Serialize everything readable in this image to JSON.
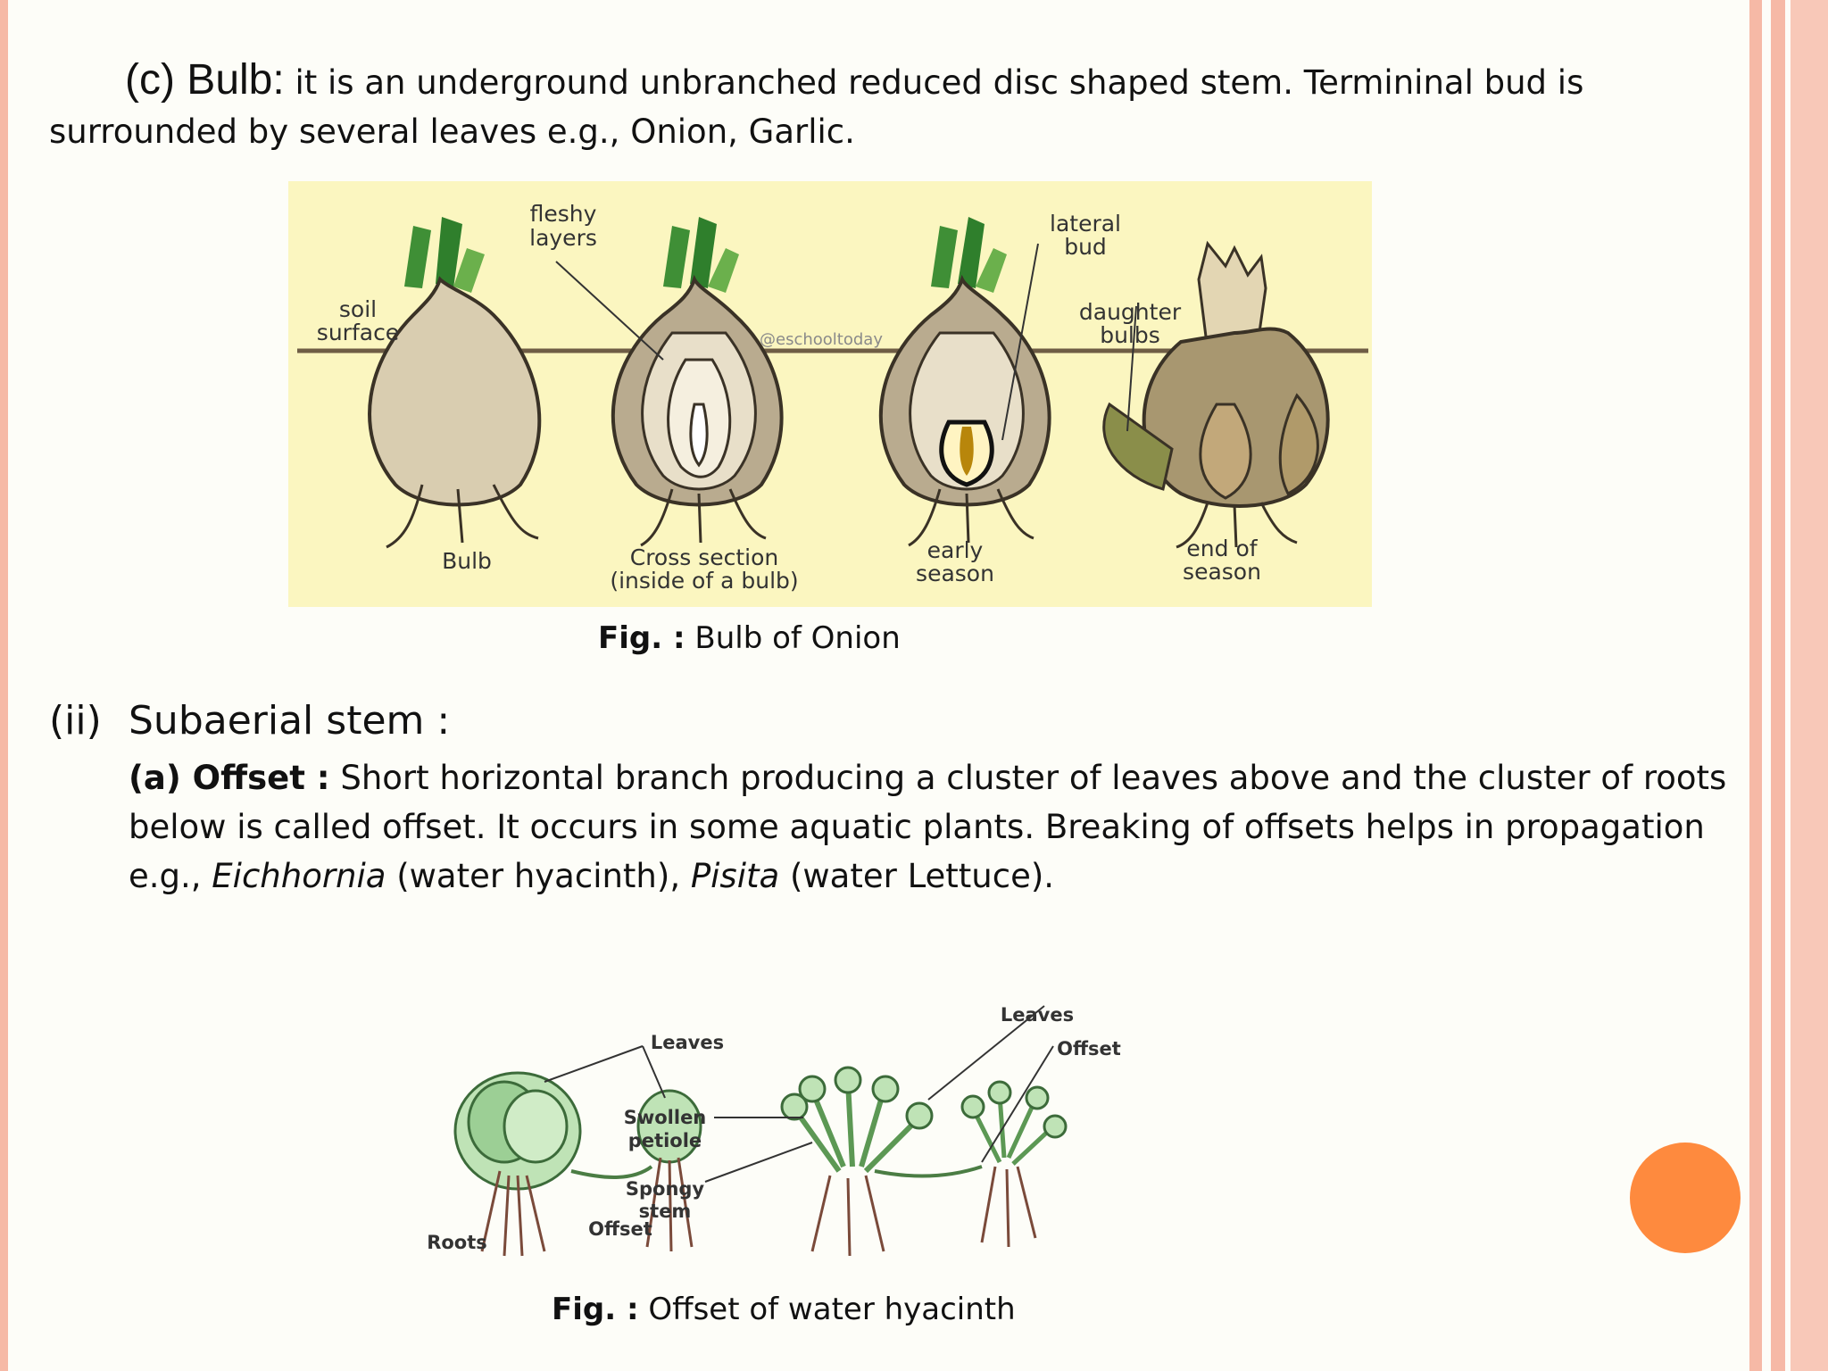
{
  "bulb": {
    "heading": "(c) Bulb:",
    "text": " it is an underground unbranched reduced disc shaped stem. Termininal bud is surrounded by several leaves e.g., Onion, Garlic."
  },
  "onion_figure": {
    "labels": {
      "soil": "soil",
      "surface": "surface",
      "fleshy": "fleshy",
      "layers": "layers",
      "lateral": "lateral",
      "bud": "bud",
      "daughter": "daughter",
      "bulbs": "bulbs",
      "watermark": "@eschooltoday",
      "bulb": "Bulb",
      "cross_section": "Cross section",
      "inside": "(inside of a bulb)",
      "early": "early",
      "season1": "season",
      "end_of": "end of",
      "season2": "season"
    },
    "caption_prefix": "Fig. :",
    "caption": " Bulb of Onion"
  },
  "subaerial": {
    "number": "(ii)",
    "title": "Subaerial stem :"
  },
  "offset": {
    "heading": "(a) Offset :",
    "text1": " Short horizontal branch producing a cluster of leaves above and the cluster of roots below is called offset. It occurs in some aquatic plants. Breaking of offsets helps in propagation e.g., ",
    "genus1": "Eichhornia",
    "text2": " (water hyacinth), ",
    "genus2": "Pisita",
    "text3": " (water Lettuce)."
  },
  "hyacinth_figure": {
    "labels": {
      "leaves1": "Leaves",
      "leaves2": "Leaves",
      "offset1": "Offset",
      "offset2": "Offset",
      "swollen": "Swollen",
      "petiole": "petiole",
      "spongy": "Spongy",
      "stem": "stem",
      "roots": "Roots"
    },
    "caption_prefix": "Fig. :",
    "caption": " Offset of water hyacinth"
  },
  "colors": {
    "border": "#f6b9a6",
    "accent_dot": "#fe8a3e",
    "figure_bg": "#fbf6c0"
  }
}
